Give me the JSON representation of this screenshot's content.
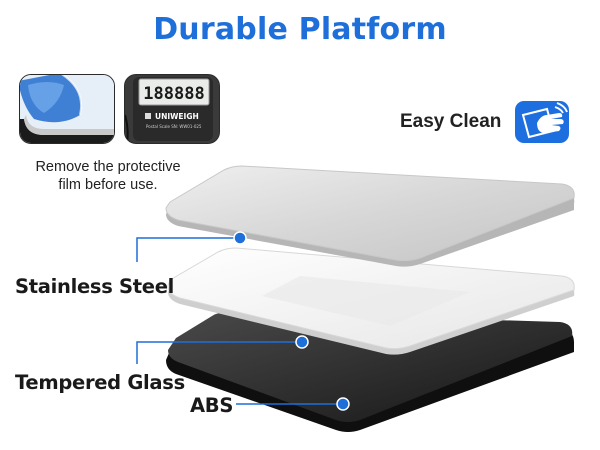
{
  "title": "Durable Platform",
  "instruction": {
    "line1": "Remove the protective",
    "line2": "film before use."
  },
  "thumbnail_display": {
    "digits": "188888",
    "brand": "UNIWEIGH",
    "model_text": "Postal Scale  SN: WW01-025"
  },
  "easy_clean": {
    "label": "Easy Clean",
    "icon": "wipe-hand-icon"
  },
  "layers": [
    {
      "label": "Stainless Steel"
    },
    {
      "label": "Tempered Glass"
    },
    {
      "label": "ABS"
    }
  ],
  "colors": {
    "accent": "#1e6fd9",
    "marker": "#1e6fd9",
    "steel": "#dcdcdc",
    "glass": "#f4f4f4",
    "abs": "#2a2a2a"
  }
}
